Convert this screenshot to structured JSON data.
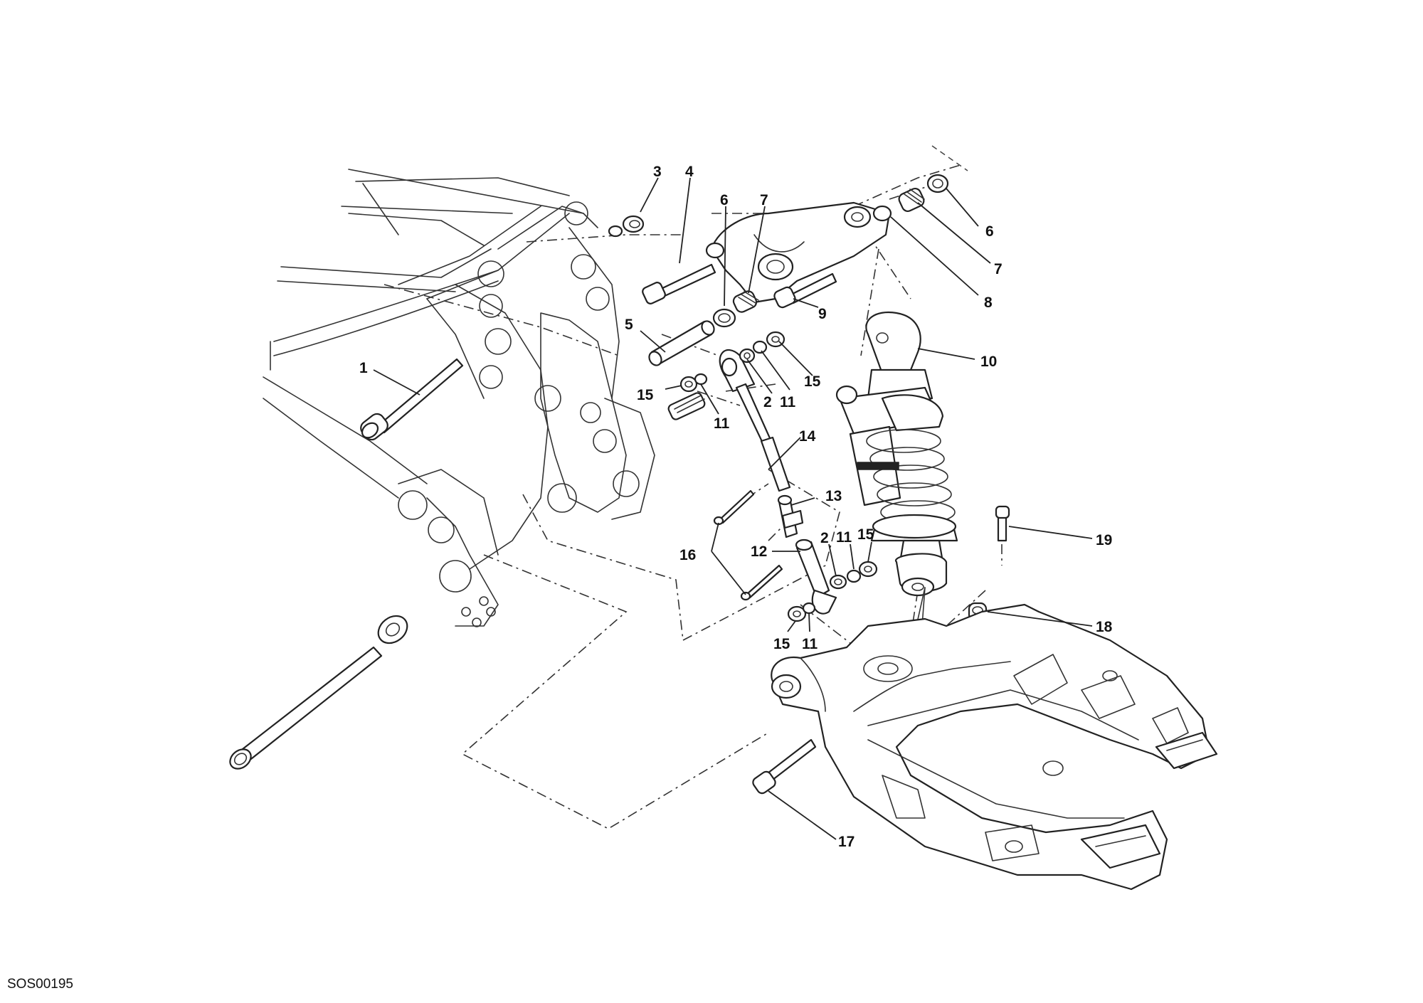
{
  "reference_code": "SOS00195",
  "callouts": [
    "1",
    "2",
    "3",
    "4",
    "5",
    "6",
    "7",
    "8",
    "9",
    "10",
    "11",
    "12",
    "13",
    "14",
    "15",
    "16",
    "17",
    "18",
    "19"
  ],
  "callout_repeats": {
    "2_b": "2",
    "6_b": "6",
    "7_b": "7",
    "11_b": "11",
    "11_c": "11",
    "11_d": "11",
    "15_b": "15",
    "15_c": "15",
    "15_d": "15"
  }
}
